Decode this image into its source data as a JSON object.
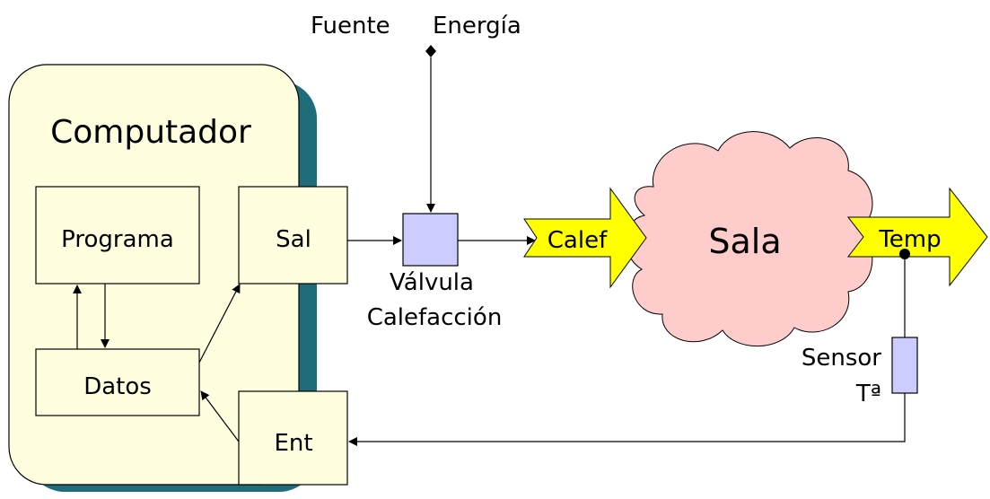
{
  "computer": {
    "title": "Computador",
    "program_label": "Programa",
    "data_label": "Datos",
    "output_label": "Sal",
    "input_label": "Ent"
  },
  "energy_source": {
    "label_part1": "Fuente",
    "label_part2": "Energía"
  },
  "valve": {
    "label_line1": "Válvula",
    "label_line2": "Calefacción"
  },
  "heating_arrow": {
    "label": "Calef"
  },
  "room": {
    "label": "Sala"
  },
  "temp_arrow": {
    "label": "Temp"
  },
  "sensor": {
    "label_line1": "Sensor",
    "label_line2": "Tª"
  },
  "colors": {
    "computer_fill": "#ffffe0",
    "computer_shadow": "#1f6d7a",
    "box_fill": "#ffffe0",
    "valve_fill": "#ccccff",
    "cloud_fill": "#ffcccc",
    "arrow_fill": "#ffff00"
  }
}
